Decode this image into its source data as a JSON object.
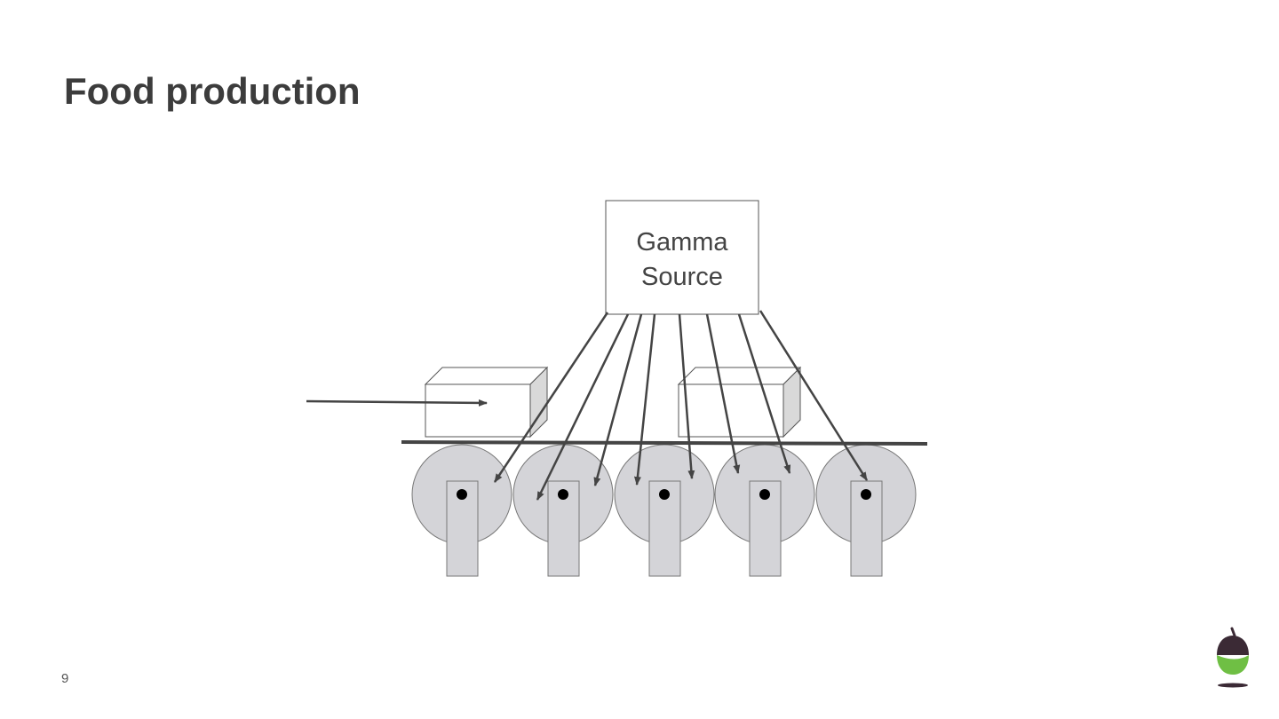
{
  "slide": {
    "title": "Food production",
    "page_number": "9"
  },
  "diagram": {
    "source_label_line1": "Gamma",
    "source_label_line2": "Source",
    "roller_count": 5,
    "ray_count": 8,
    "colors": {
      "title": "#3c3c3c",
      "line": "#444444",
      "roller_fill": "#d4d4d8",
      "box_outline": "#555555",
      "logo_cap": "#3b2a35",
      "logo_body": "#6fbf44"
    }
  },
  "logo": {
    "icon": "acorn-logo-icon"
  }
}
